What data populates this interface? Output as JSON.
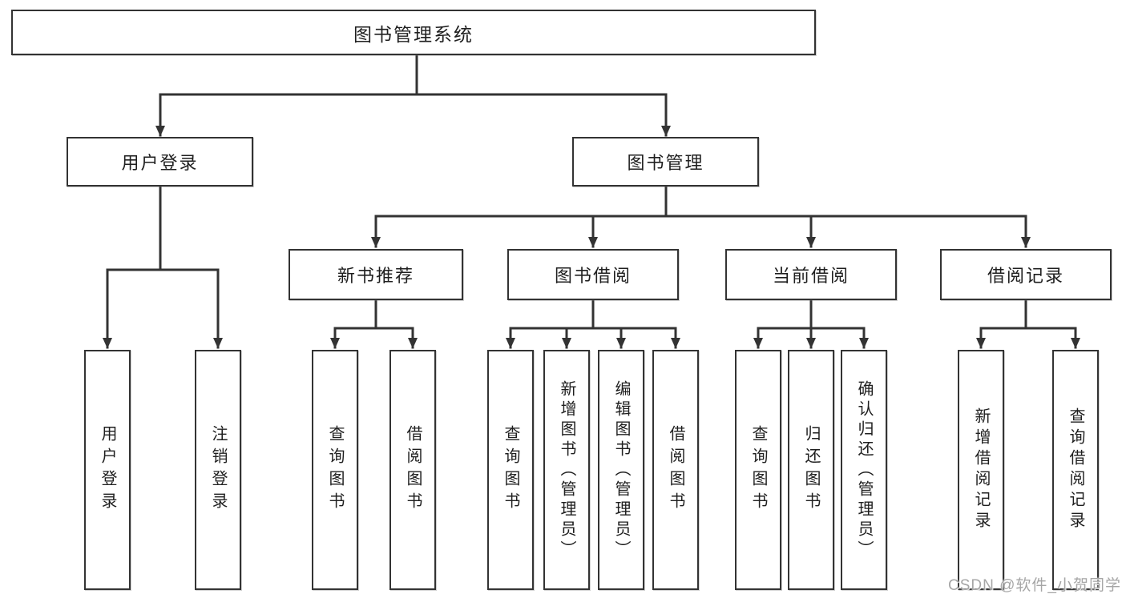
{
  "diagram": {
    "title": "图书管理系统",
    "tree": {
      "label": "图书管理系统",
      "children": [
        {
          "label": "用户登录",
          "children": [
            {
              "label": "用户登录"
            },
            {
              "label": "注销登录"
            }
          ]
        },
        {
          "label": "图书管理",
          "children": [
            {
              "label": "新书推荐",
              "children": [
                {
                  "label": "查询图书"
                },
                {
                  "label": "借阅图书"
                }
              ]
            },
            {
              "label": "图书借阅",
              "children": [
                {
                  "label": "查询图书"
                },
                {
                  "label": "新增图书（管理员）"
                },
                {
                  "label": "编辑图书（管理员）"
                },
                {
                  "label": "借阅图书"
                }
              ]
            },
            {
              "label": "当前借阅",
              "children": [
                {
                  "label": "查询图书"
                },
                {
                  "label": "归还图书"
                },
                {
                  "label": "确认归还（管理员）"
                }
              ]
            },
            {
              "label": "借阅记录",
              "children": [
                {
                  "label": "新增借阅记录"
                },
                {
                  "label": "查询借阅记录"
                }
              ]
            }
          ]
        }
      ]
    },
    "colors": {
      "line": "#333333",
      "box_border": "#333333",
      "text": "#1f1f1f",
      "background": "#ffffff",
      "watermark": "#a6a6a6"
    }
  },
  "watermark": "CSDN @软件_小贺同学"
}
